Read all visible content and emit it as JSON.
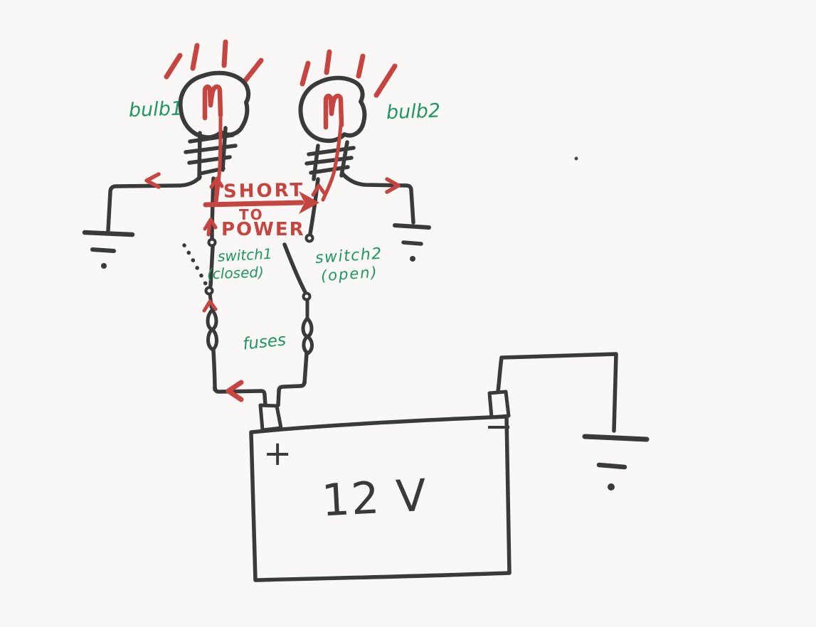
{
  "document": {
    "kind": "hand-drawn circuit sketch (scanned marker drawing)",
    "title": "Short-to-power wiring sketch"
  },
  "labels": {
    "bulb1": "bulb1",
    "bulb2": "bulb2",
    "fault_line1": "SHORT",
    "fault_line2": "TO",
    "fault_line3": "POWER",
    "switch1_name": "switch1",
    "switch1_state": "(closed)",
    "switch2_name": "switch2",
    "switch2_state": "(open)",
    "fuses": "fuses",
    "battery_voltage": "12 V",
    "battery_positive_sign": "+",
    "battery_negative_sign": "−"
  },
  "colors": {
    "paper": "#f9f8f6",
    "ink": "#3a3a3a",
    "annotation_red": "#c64540",
    "label_green": "#1f9663"
  },
  "components": [
    {
      "name": "bulb1",
      "type": "incandescent bulb",
      "state": "lit"
    },
    {
      "name": "bulb2",
      "type": "incandescent bulb",
      "state": "lit"
    },
    {
      "name": "switch1",
      "type": "switch",
      "state": "closed"
    },
    {
      "name": "switch2",
      "type": "switch",
      "state": "open"
    },
    {
      "name": "fuse1",
      "type": "fuse"
    },
    {
      "name": "fuse2",
      "type": "fuse"
    },
    {
      "name": "battery",
      "type": "battery",
      "label": "12 V"
    },
    {
      "name": "ground-left",
      "type": "ground symbol"
    },
    {
      "name": "ground-right",
      "type": "ground symbol"
    },
    {
      "name": "ground-battery",
      "type": "ground symbol"
    }
  ],
  "annotation": {
    "text": "SHORT TO POWER",
    "style": "red marker arrow between bulb1 and bulb2 feed wires"
  }
}
